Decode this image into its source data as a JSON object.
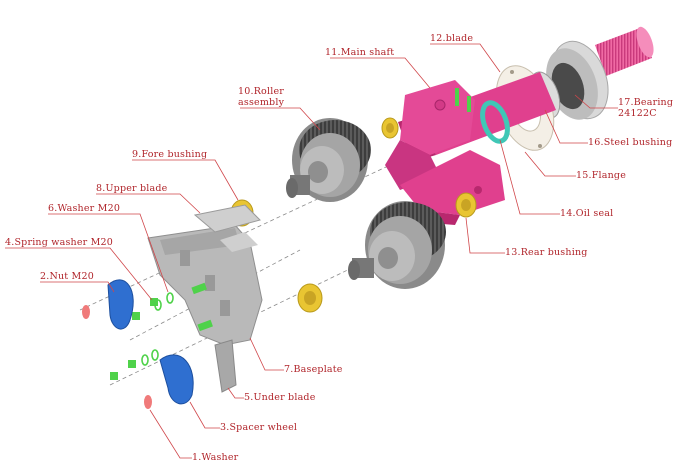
{
  "labels": {
    "main_shaft": "11.Main shaft",
    "blade": "12.blade",
    "roller_assembly": "10.Roller assembly",
    "bearing": "17.Bearing 24122C",
    "steel_bushing": "16.Steel bushing",
    "fore_bushing": "9.Fore bushing",
    "upper_blade": "8.Upper blade",
    "flange": "15.Flange",
    "washer_m20": "6.Washer M20",
    "oil_seal": "14.Oil seal",
    "spring_washer": "4.Spring washer M20",
    "rear_bushing": "13.Rear bushing",
    "nut_m20": "2.Nut M20",
    "baseplate": "7.Baseplate",
    "under_blade": "5.Under blade",
    "spacer_wheel": "3.Spacer wheel",
    "washer": "1.Washer"
  },
  "colors": {
    "label_text": "#b0242a",
    "leader_line": "#d0464a",
    "shaft_magenta": "#e0408e",
    "roller_grey": "#6e6e6e",
    "bushing_yellow": "#e9c532",
    "seal_teal": "#3fc7b6",
    "spacer_blue": "#2f6fd0",
    "fastener_green": "#4fd24a",
    "washer_pink": "#f07a7a"
  }
}
